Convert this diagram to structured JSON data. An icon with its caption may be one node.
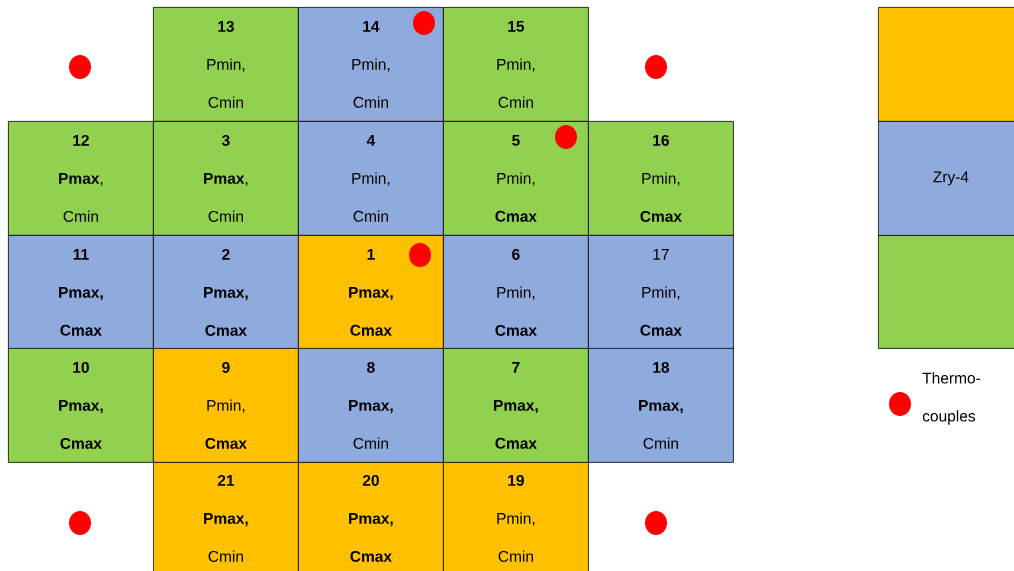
{
  "diagram": {
    "nodes": [
      {
        "text": [
          "13",
          "Pmin, Cmin"
        ]
      },
      {
        "text": [
          "14",
          "Pmin, Cmin"
        ]
      },
      {
        "text": [
          "15",
          "Pmin, Cmin"
        ]
      },
      {
        "text": [
          "12",
          "**Pmax**, Cmin"
        ]
      },
      {
        "text": [
          "3",
          "**Pmax**, Cmin"
        ]
      },
      {
        "text": [
          "4",
          "Pmin, Cmin"
        ]
      },
      {
        "text": [
          "5",
          "Pmin, **Cmax**"
        ]
      },
      {
        "text": [
          "16",
          "Pmin, **Cmax**"
        ]
      },
      {
        "text": [
          "11",
          "**Pmax, Cmax**"
        ]
      },
      {
        "text": [
          "2",
          "**Pmax, Cmax**"
        ]
      },
      {
        "text": [
          "1",
          "**Pmax, Cmax**"
        ]
      },
      {
        "text": [
          "6",
          "Pmin, **Cmax**"
        ]
      },
      {
        "text": [
          "17",
          "Pmin, **Cmax**"
        ]
      },
      {
        "text": [
          "10",
          "**Pmax, Cmax**"
        ]
      },
      {
        "text": [
          "9",
          "Pmin, **Cmax**"
        ]
      },
      {
        "text": [
          "8",
          "**Pmax,** Cmin"
        ]
      },
      {
        "text": [
          "7",
          "**Pmax, Cmax**"
        ]
      },
      {
        "text": [
          "18",
          "**Pmax,** Cmin"
        ]
      },
      {
        "text": [
          "21",
          "**Pmax,** Cmin"
        ]
      },
      {
        "text": [
          "20",
          "**Pmax, Cmax**"
        ]
      },
      {
        "text": [
          "19",
          "Pmin, Cmin"
        ]
      },
      {
        "text": [],
        "shape": "box"
      },
      {
        "text": [
          "Zry-4"
        ]
      },
      {
        "text": [],
        "shape": "box"
      }
    ],
    "legend": [
      {
        "text": "Thermo-couples"
      }
    ]
  }
}
